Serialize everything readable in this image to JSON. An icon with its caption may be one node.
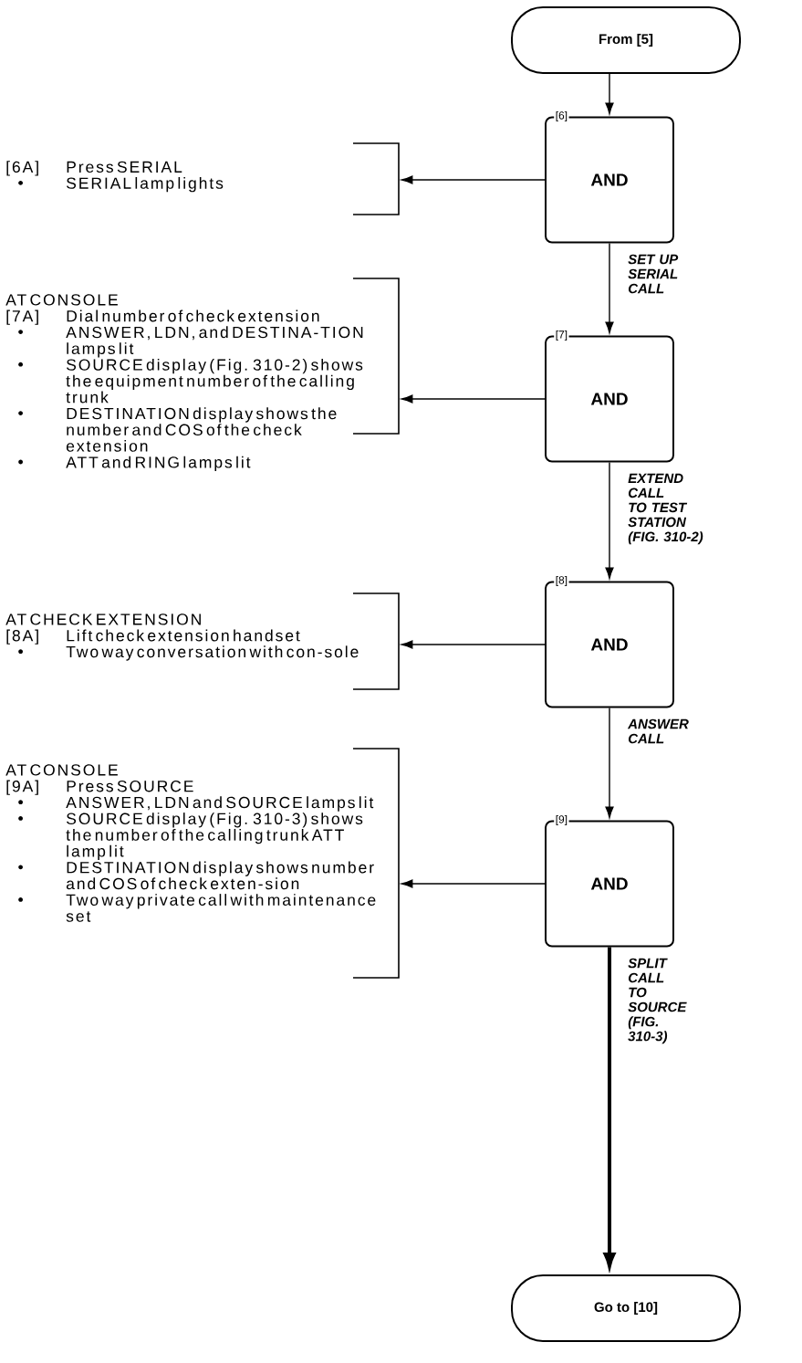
{
  "diagram": {
    "nodes": [
      {
        "text": [
          "From [5]"
        ]
      },
      {
        "text": [
          "[6A]",
          "Press SERIAL",
          "SERIAL lamp lights"
        ]
      },
      {
        "text": [
          "[6]",
          "AND"
        ]
      },
      {
        "text": [
          "AT CONSOLE",
          "[7A]",
          "Dial number of check extension",
          "ANSWER, LDN, and DESTINA-TION lamps lit",
          "SOURCE display (Fig. 310-2) shows the equipment number of the calling trunk",
          "DESTINATION display shows the number and COS of the check extension",
          "ATT and RING lamps lit"
        ]
      },
      {
        "text": [
          "[7]",
          "AND"
        ]
      },
      {
        "text": [
          "AT CHECK EXTENSION",
          "[8A]",
          "Lift check extension handset",
          "Two way conversation with con-sole"
        ]
      },
      {
        "text": [
          "[8]",
          "AND"
        ]
      },
      {
        "text": [
          "AT CONSOLE",
          "[9A]",
          "Press SOURCE",
          "ANSWER, LDN and SOURCE lamps lit",
          "SOURCE display (Fig. 310-3) shows the number of the calling trunk ATT lamp lit",
          "DESTINATION display shows number and COS of check exten-sion",
          "Two way private call with maintenance set"
        ]
      },
      {
        "text": [
          "[9]",
          "AND"
        ]
      },
      {
        "text": [
          "Go to [10]"
        ]
      }
    ],
    "edges": [
      {
        "from": 0,
        "to": 2,
        "arrow": "to"
      },
      {
        "from": 2,
        "to": 1,
        "arrow": "to"
      },
      {
        "from": 2,
        "to": 4,
        "arrow": "to",
        "label": "SET UP SERIAL CALL"
      },
      {
        "from": 4,
        "to": 3,
        "arrow": "to"
      },
      {
        "from": 4,
        "to": 6,
        "arrow": "to",
        "label": "EXTEND CALL TO TEST STATION (FIG. 310-2)"
      },
      {
        "from": 6,
        "to": 5,
        "arrow": "to"
      },
      {
        "from": 6,
        "to": 8,
        "arrow": "to",
        "label": "ANSWER CALL"
      },
      {
        "from": 8,
        "to": 7,
        "arrow": "to"
      },
      {
        "from": 8,
        "to": 9,
        "arrow": "to",
        "label": "SPLIT CALL TO SOURCE (FIG. 310-3)",
        "style": "thick"
      }
    ]
  }
}
